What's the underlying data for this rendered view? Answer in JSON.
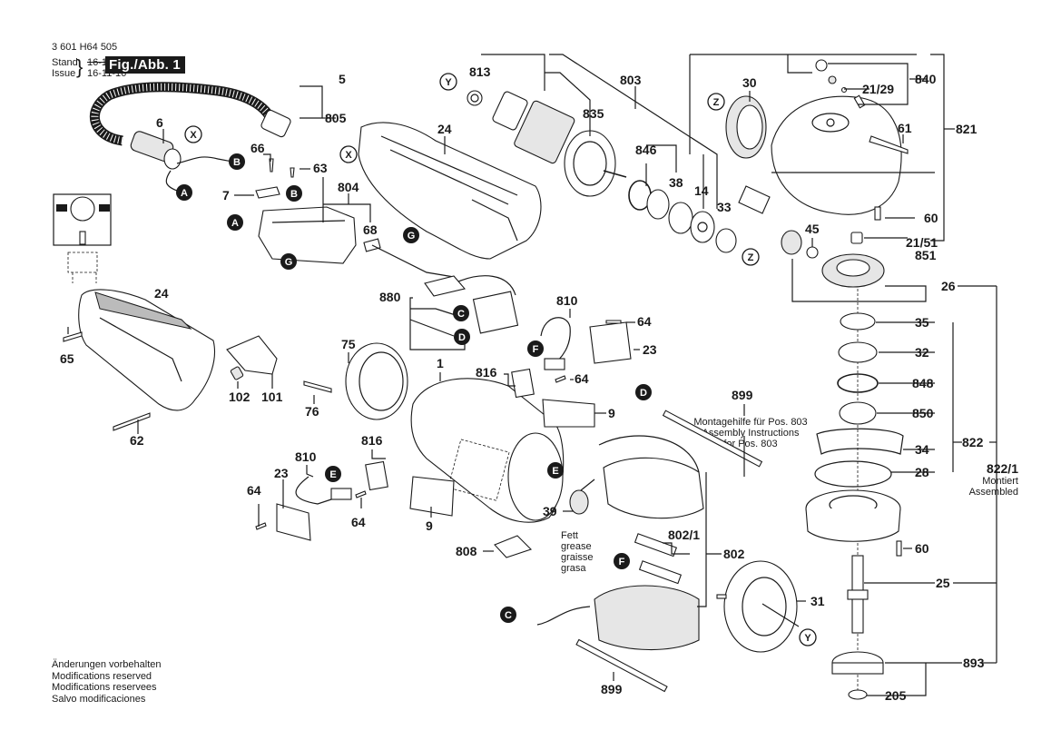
{
  "header": {
    "part_number": "3 601 H64 505",
    "stand_label": "Stand",
    "issue_label": "Issue",
    "stand_date_struck": "16-11-07",
    "issue_date": "16-11-16",
    "figure_label": "Fig./Abb. 1"
  },
  "footer": {
    "lines": [
      "Änderungen vorbehalten",
      "Modifications reserved",
      "Modifications reservees",
      "Salvo modificaciones"
    ]
  },
  "notes": {
    "assembly_help": [
      "Montagehilfe für Pos. 803",
      "Assembly Instructions",
      "for Pos. 803"
    ],
    "assembled": {
      "number": "822/1",
      "lines": [
        "Montiert",
        "Assembled"
      ]
    },
    "grease": [
      "Fett",
      "grease",
      "graisse",
      "grasa"
    ]
  },
  "connectors": {
    "filled": [
      "A",
      "B",
      "G",
      "C",
      "D",
      "F",
      "E"
    ],
    "outlined": [
      "X",
      "Y",
      "Z"
    ]
  },
  "callouts": {
    "p5": "5",
    "p805": "805",
    "p6": "6",
    "p66": "66",
    "p63": "63",
    "p7": "7",
    "p804": "804",
    "p68": "68",
    "p24a": "24",
    "p24b": "24",
    "p813": "813",
    "p835": "835",
    "p803": "803",
    "p846": "846",
    "p38": "38",
    "p14": "14",
    "p33": "33",
    "p30": "30",
    "p840": "840",
    "p21_29": "21/29",
    "p61": "61",
    "p821": "821",
    "p45": "45",
    "p60a": "60",
    "p21_51": "21/51",
    "p851": "851",
    "p26": "26",
    "p35": "35",
    "p32": "32",
    "p848": "848",
    "p850": "850",
    "p822": "822",
    "p34": "34",
    "p28": "28",
    "p60b": "60",
    "p25": "25",
    "p893": "893",
    "p205": "205",
    "p880": "880",
    "p810a": "810",
    "p64a": "64",
    "p23a": "23",
    "p816a": "816",
    "p64b": "64",
    "p9a": "9",
    "p899a": "899",
    "p65": "65",
    "p102": "102",
    "p101": "101",
    "p62": "62",
    "p75": "75",
    "p1": "1",
    "p76": "76",
    "p810b": "810",
    "p816b": "816",
    "p23b": "23",
    "p64c": "64",
    "p64d": "64",
    "p9b": "9",
    "p39": "39",
    "p808": "808",
    "p802_1": "802/1",
    "p802": "802",
    "p31": "31",
    "p899b": "899"
  }
}
